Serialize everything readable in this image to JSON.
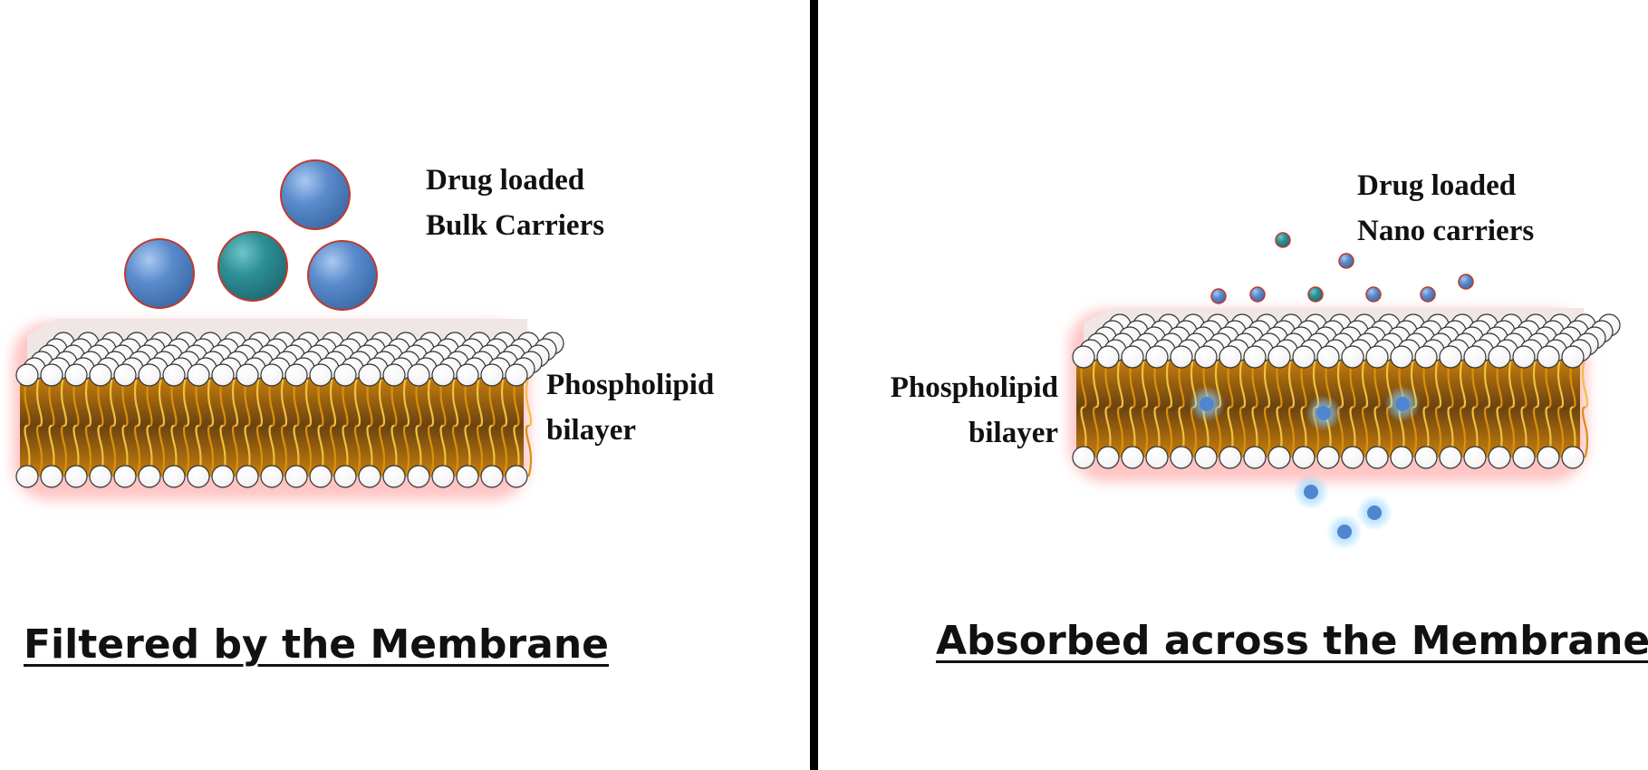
{
  "left_panel": {
    "carrier_label": [
      "Drug loaded",
      "Bulk Carriers"
    ],
    "membrane_label": [
      "Phospholipid",
      "bilayer"
    ],
    "caption": "Filtered by the Membrane"
  },
  "right_panel": {
    "carrier_label": [
      "Drug loaded",
      "Nano carriers"
    ],
    "membrane_label": [
      "Phospholipid",
      "bilayer"
    ],
    "caption": "Absorbed across the Membrane"
  },
  "colors": {
    "bulk_carrier_blue": "#5a8bcc",
    "bulk_carrier_teal": "#2d8f96",
    "carrier_rim": "#c0392b",
    "lipid_tail": "#d9900f",
    "bilayer_core": "#6b4310",
    "membrane_glow": "#ffc4c4",
    "absorbed_drug_glow": "#8fd4ff",
    "divider": "#000000"
  }
}
